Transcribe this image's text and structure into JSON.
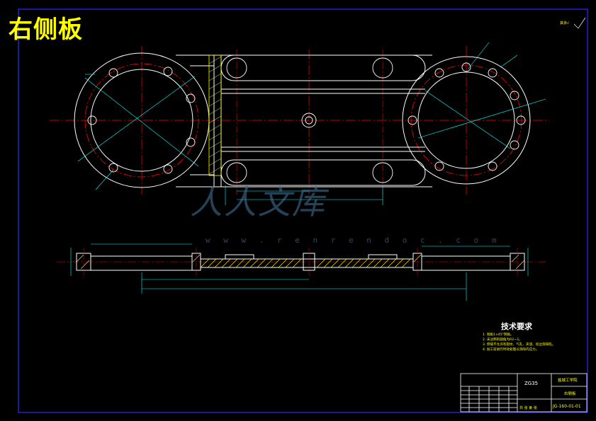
{
  "drawing": {
    "title": "右侧板",
    "corner_note": "其余√",
    "watermark": {
      "brand": "人人文库",
      "url": "w w w . r e n r e n d o c . c o m"
    },
    "technical_requirements": {
      "heading": "技术要求",
      "items": [
        "1. 锐角1×45°倒角。",
        "2. 未注明的圆角为R2~3。",
        "3. 焊缝不允许有裂纹、气孔、夹渣、咬边等缺陷。",
        "4. 加工前进行时效处理以消除内应力。"
      ]
    },
    "title_block": {
      "material": "ZG35",
      "company": "盐城工学院",
      "part_name": "右侧板",
      "drawing_code": "JG-160-01-01",
      "misc": "共 张 第 张"
    }
  },
  "colors": {
    "background": "#000000",
    "outline": "#ffffff",
    "centerline": "#ff0000",
    "hatch": "#ffff00",
    "dimension": "#00ffff",
    "frame": "#0000ff",
    "text": "#ffff00"
  }
}
